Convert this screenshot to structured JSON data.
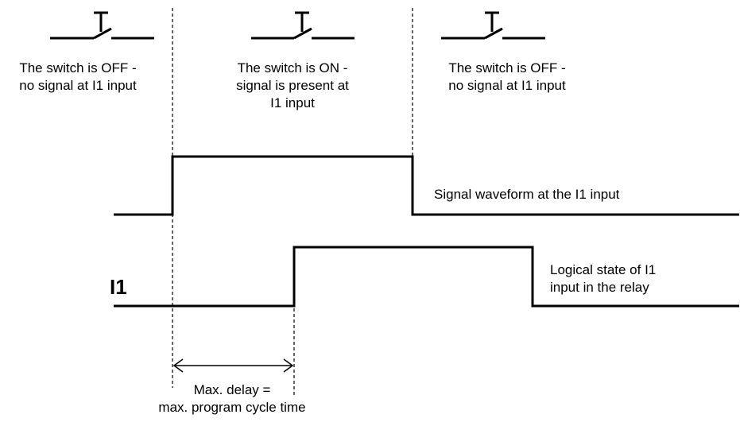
{
  "labels": {
    "state1": [
      "The switch is OFF -",
      "no signal at I1 input"
    ],
    "state2": [
      "The switch is ON -",
      "signal is present at",
      "I1 input"
    ],
    "state3": [
      "The switch is OFF -",
      "no signal at I1 input"
    ],
    "signal_label": "Signal waveform at the I1 input",
    "logic_label": [
      "Logical state of I1",
      "input in the relay"
    ],
    "input_name": "I1",
    "delay_label": [
      "Max. delay =",
      "max. program cycle time"
    ]
  },
  "waveforms": {
    "signal": {
      "name": "Signal waveform at the I1 input",
      "levels": [
        0,
        1,
        0
      ]
    },
    "logic": {
      "name": "Logical state of I1 input in the relay",
      "levels": [
        0,
        1,
        0
      ]
    }
  },
  "colors": {
    "line": "#000000",
    "background": "#ffffff"
  },
  "icons": [
    "switch-open-icon",
    "switch-closed-icon",
    "switch-open-icon"
  ]
}
